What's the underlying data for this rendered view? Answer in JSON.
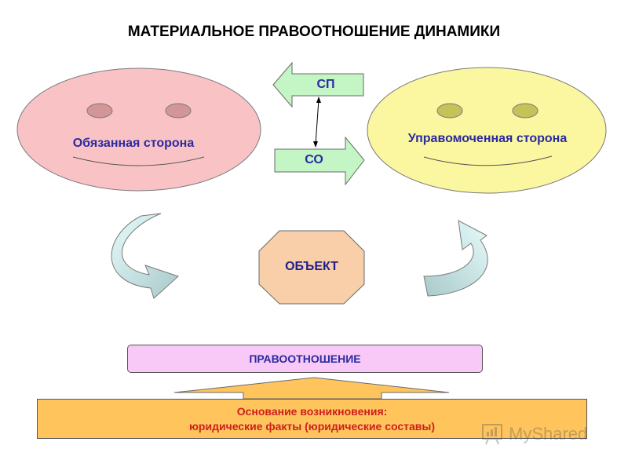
{
  "title": "МАТЕРИАЛЬНОЕ ПРАВООТНОШЕНИЕ ДИНАМИКИ",
  "left_face": {
    "label": "Обязанная сторона",
    "color": "#f9c3c6"
  },
  "right_face": {
    "label": "Управомоченная сторона",
    "color": "#fbf6a0"
  },
  "arrows": {
    "sp_label": "СП",
    "so_label": "СО",
    "arrow_color": "#c4f5c4"
  },
  "object": {
    "label": "ОБЪЕКТ",
    "color": "#f8cfa8"
  },
  "relation": {
    "label": "ПРАВООТНОШЕНИЕ",
    "color": "#f8c8f6"
  },
  "basis": {
    "line1": "Основание возникновения:",
    "line2": "юридические факты (юридические составы)",
    "color": "#ffc45c"
  },
  "watermark": {
    "text": "MyShared"
  }
}
